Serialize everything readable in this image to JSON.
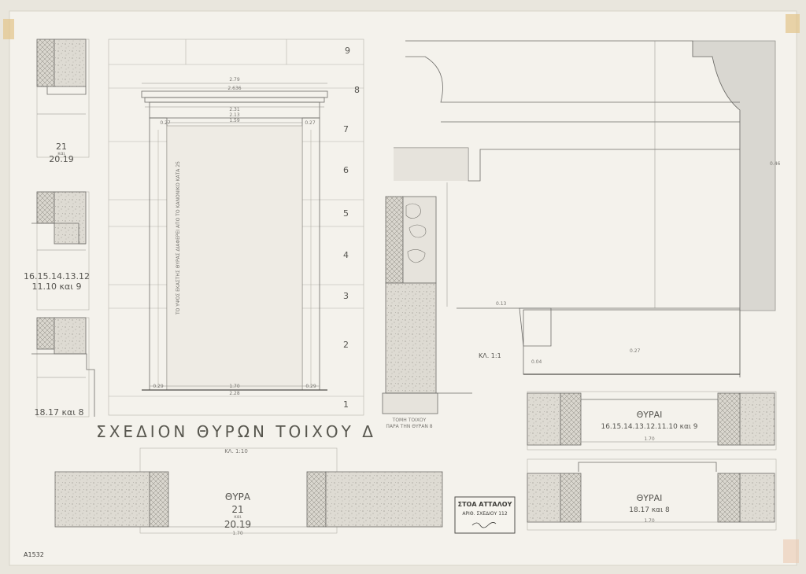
{
  "title": {
    "main": "ΣΧΕΔΙΟΝ ΘΥΡΩΝ ΤΟΙΧΟΥ Δ",
    "scale": "ΚΛ. 1:10"
  },
  "course_numbers": [
    "9",
    "8",
    "7",
    "6",
    "5",
    "4",
    "3",
    "2",
    "1"
  ],
  "left_details": [
    {
      "label": "21",
      "sub": "και",
      "label2": "20.19"
    },
    {
      "label": "16.15.14.13.12",
      "label2": "11.10 και 9"
    },
    {
      "label": "18.17 και 8"
    }
  ],
  "elevation": {
    "vertical_note": "ΤΟ ΥΨΟΣ ΕΚΑΣΤΗΣ ΘΥΡΑΣ ΔΙΑΦΕΡΕΙ ΑΠΟ ΤΟ ΚΑΝΟΝΙΚΟ ΚΑΤΑ 25",
    "dims": [
      "2.79",
      "2.636",
      "2.31",
      "2.13",
      "1.59",
      "0.27",
      "0.27",
      "0.29",
      "1.70",
      "0.29",
      "2.28"
    ]
  },
  "section": {
    "caption1": "ΤΟΜΗ ΤΟΙΧΟΥ",
    "caption2": "ΠΑΡΑ ΤΗΝ ΘΥΡΑΝ 8"
  },
  "profile": {
    "scale": "ΚΛ. 1:1",
    "dims": [
      "0.46",
      "0.13",
      "0.04",
      "0.27"
    ]
  },
  "plans": [
    {
      "title": "ΘΥΡΑΙ",
      "subtitle": "16.15.14.13.12.11.10 και 9",
      "dim": "1.70"
    },
    {
      "title": "ΘΥΡΑΙ",
      "subtitle": "18.17 και 8",
      "dim": "1.70"
    },
    {
      "title": "ΘΥΡΑ",
      "subtitle": "21",
      "sub2": "και",
      "subtitle2": "20.19",
      "dim": "1.70"
    }
  ],
  "stamp": {
    "title": "ΣΤΟΑ ΑΤΤΑΛΟΥ",
    "line2": "ΑΡΙΘ. ΣΧΕΔΙΟΥ 112"
  },
  "archive_number": "A1532"
}
